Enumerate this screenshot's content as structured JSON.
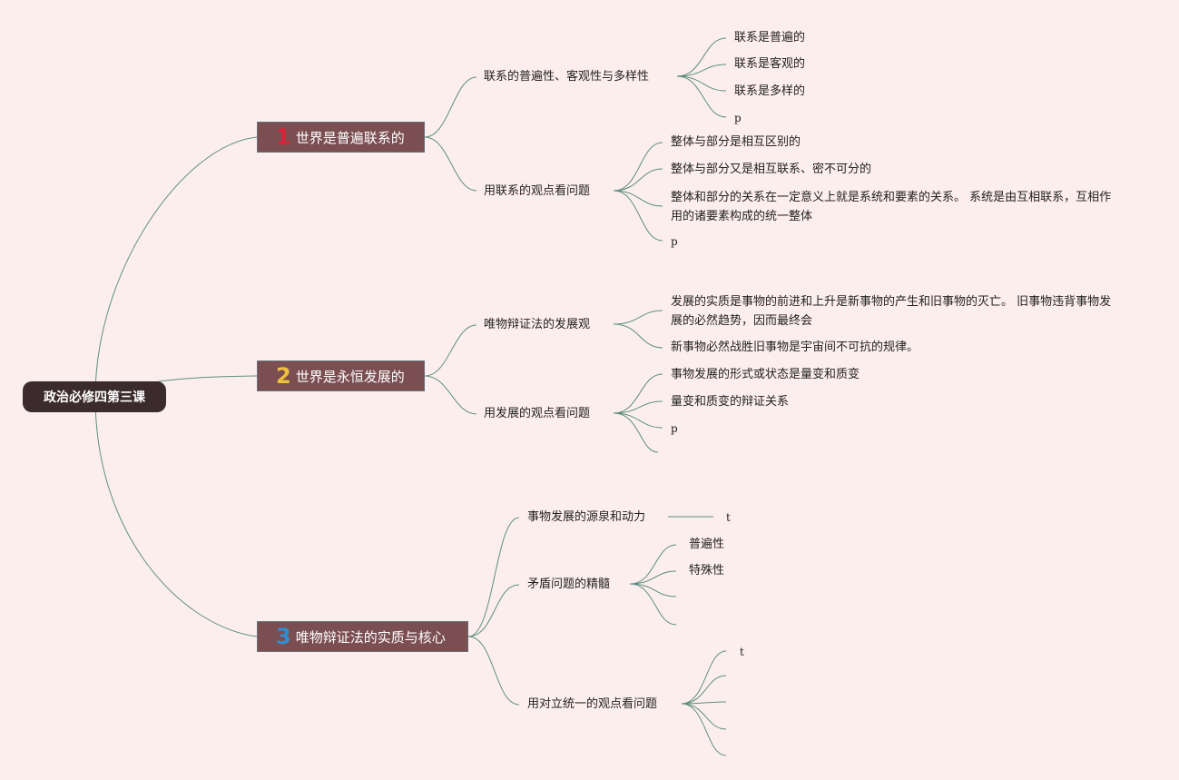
{
  "root": "政治必修四第三课",
  "colors": {
    "num1": "#d8243a",
    "num2": "#f0c23c",
    "num3": "#2f8ed1",
    "link": "#5b8f80"
  },
  "sections": [
    {
      "num": "1",
      "title": "世界是普遍联系的",
      "children": [
        {
          "label": "联系的普遍性、客观性与多样性",
          "leaves": [
            "联系是普遍的",
            "联系是客观的",
            "联系是多样的",
            "p"
          ]
        },
        {
          "label": "用联系的观点看问题",
          "leaves": [
            "整体与部分是相互区别的",
            "整体与部分又是相互联系、密不可分的",
            "整体和部分的关系在一定意义上就是系统和要素的关系。 系统是由互相联系，互相作用的诸要素构成的统一整体",
            "p"
          ]
        }
      ]
    },
    {
      "num": "2",
      "title": "世界是永恒发展的",
      "children": [
        {
          "label": "唯物辩证法的发展观",
          "leaves": [
            "发展的实质是事物的前进和上升是新事物的产生和旧事物的灭亡。 旧事物违背事物发展的必然趋势，因而最终会",
            "新事物必然战胜旧事物是宇宙间不可抗的规律。"
          ]
        },
        {
          "label": "用发展的观点看问题",
          "leaves": [
            "事物发展的形式或状态是量变和质变",
            "量变和质变的辩证关系",
            "p",
            ""
          ]
        }
      ]
    },
    {
      "num": "3",
      "title": "唯物辩证法的实质与核心",
      "children": [
        {
          "label": "事物发展的源泉和动力",
          "leaves": [
            "t"
          ]
        },
        {
          "label": "矛盾问题的精髓",
          "leaves": [
            "普遍性",
            "特殊性",
            "",
            ""
          ]
        },
        {
          "label": "用对立统一的观点看问题",
          "leaves": [
            "t",
            "",
            "",
            "",
            ""
          ]
        }
      ]
    }
  ]
}
